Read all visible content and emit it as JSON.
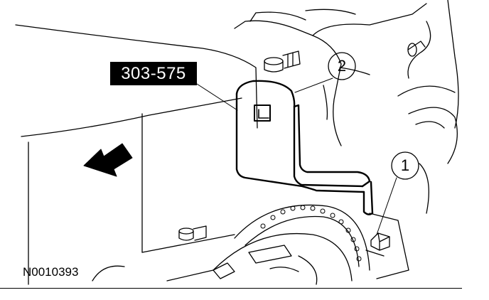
{
  "tool_label": "303-575",
  "callouts": [
    {
      "number": "1"
    },
    {
      "number": "2"
    }
  ],
  "figure_id": "N0010393",
  "colors": {
    "ink": "#000000",
    "background": "#ffffff"
  }
}
